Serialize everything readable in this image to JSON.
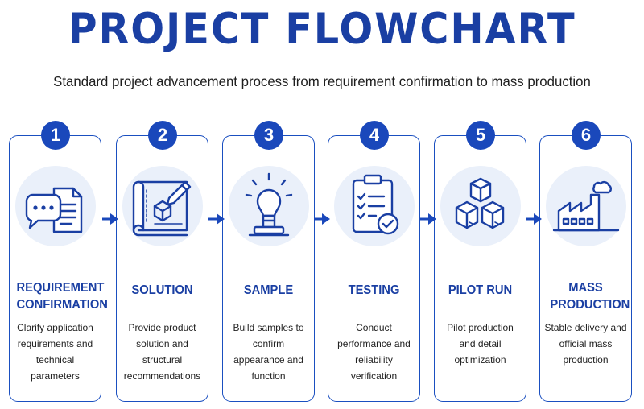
{
  "title": "PROJECT FLOWCHART",
  "subtitle": "Standard project advancement process from requirement confirmation to mass production",
  "steps": [
    {
      "number": "1",
      "title": "REQUIREMENT CONFIRMATION",
      "description": "Clarify application requirements and technical parameters",
      "icon": "chat-document-icon"
    },
    {
      "number": "2",
      "title": "SOLUTION",
      "description": "Provide product solution and structural recommendations",
      "icon": "blueprint-pencil-icon"
    },
    {
      "number": "3",
      "title": "SAMPLE",
      "description": "Build samples to confirm appearance and function",
      "icon": "lightbulb-icon"
    },
    {
      "number": "4",
      "title": "TESTING",
      "description": "Conduct performance and reliability verification",
      "icon": "clipboard-check-icon"
    },
    {
      "number": "5",
      "title": "PILOT RUN",
      "description": "Pilot production and detail optimization",
      "icon": "boxes-icon"
    },
    {
      "number": "6",
      "title": "MASS PRODUCTION",
      "description": "Stable delivery and official mass production",
      "icon": "factory-icon"
    }
  ],
  "colors": {
    "primary": "#1a3fa3",
    "accent": "#1a48bb",
    "halo": "#eaf0fa",
    "border": "#1a4fc0"
  }
}
